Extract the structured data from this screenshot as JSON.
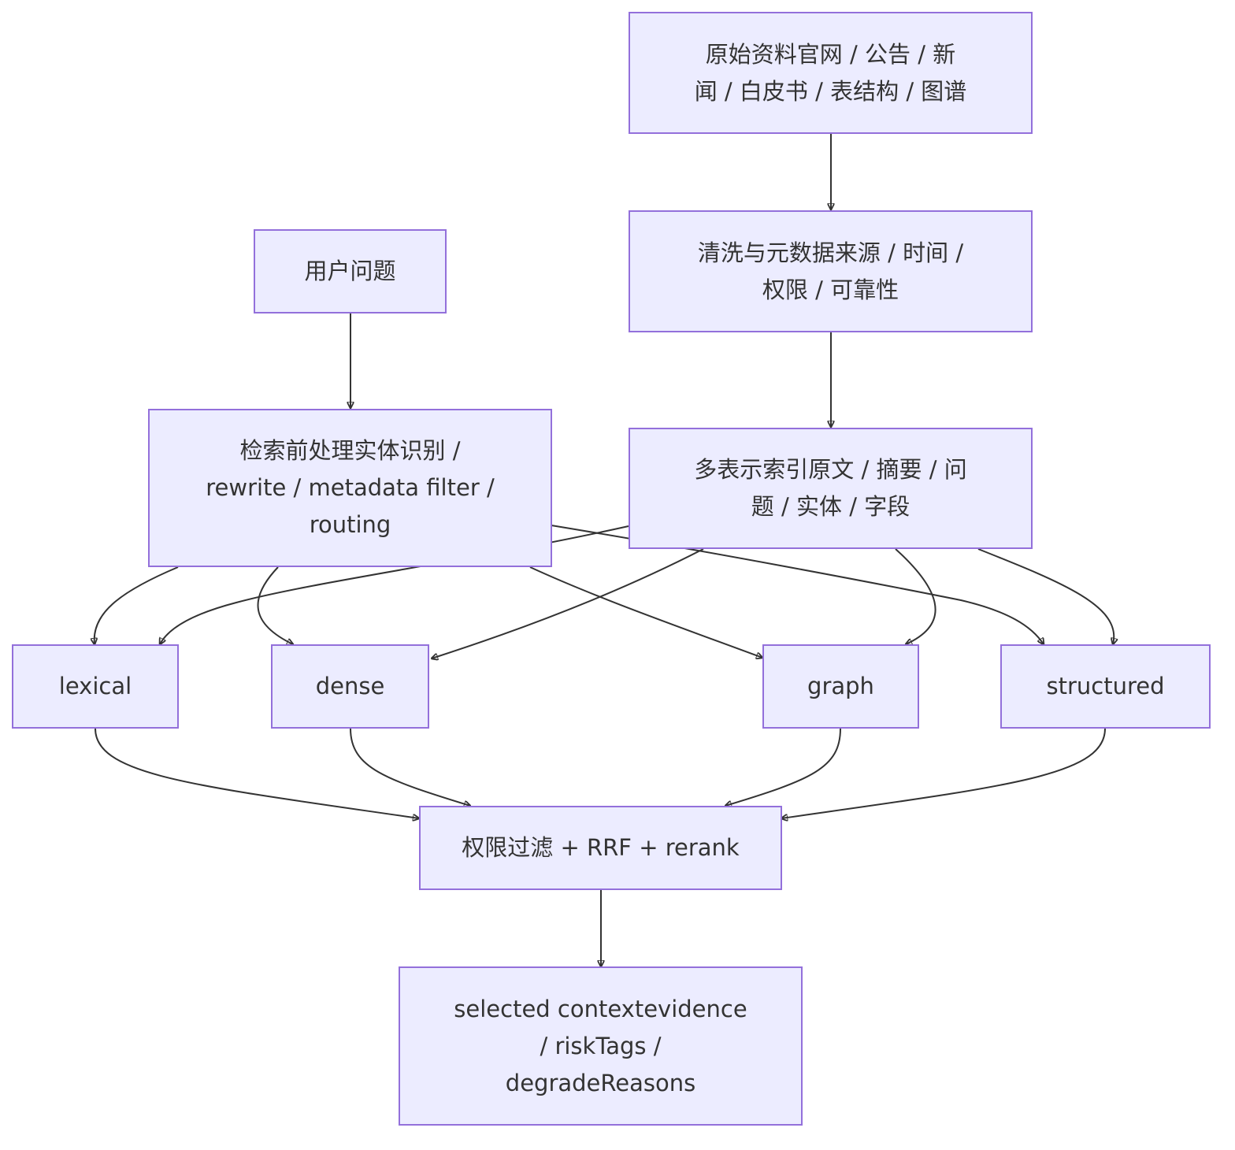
{
  "colors": {
    "node_fill": "#ECECFF",
    "node_border": "#9370DB",
    "edge": "#333333",
    "text": "#333333"
  },
  "nodes": {
    "source": {
      "lines": [
        "原始资料官网 / 公告 / 新",
        "闻 / 白皮书 / 表结构 / 图谱"
      ]
    },
    "clean": {
      "lines": [
        "清洗与元数据来源 / 时间 /",
        "权限 / 可靠性"
      ]
    },
    "question": {
      "lines": [
        "用户问题"
      ]
    },
    "preprocess": {
      "lines": [
        "检索前处理实体识别 /",
        "rewrite / metadata filter /",
        "routing"
      ]
    },
    "index": {
      "lines": [
        "多表示索引原文 / 摘要 / 问",
        "题 / 实体 / 字段"
      ]
    },
    "lexical": {
      "lines": [
        "lexical"
      ]
    },
    "dense": {
      "lines": [
        "dense"
      ]
    },
    "graph": {
      "lines": [
        "graph"
      ]
    },
    "structured": {
      "lines": [
        "structured"
      ]
    },
    "fusion": {
      "lines": [
        "权限过滤 + RRF + rerank"
      ]
    },
    "output": {
      "lines": [
        "selected contextevidence",
        "/ riskTags /",
        "degradeReasons"
      ]
    }
  },
  "edges": [
    {
      "from": "source",
      "to": "clean"
    },
    {
      "from": "clean",
      "to": "index"
    },
    {
      "from": "question",
      "to": "preprocess"
    },
    {
      "from": "preprocess",
      "to": "lexical"
    },
    {
      "from": "preprocess",
      "to": "dense"
    },
    {
      "from": "preprocess",
      "to": "graph"
    },
    {
      "from": "preprocess",
      "to": "structured"
    },
    {
      "from": "index",
      "to": "lexical"
    },
    {
      "from": "index",
      "to": "dense"
    },
    {
      "from": "index",
      "to": "graph"
    },
    {
      "from": "index",
      "to": "structured"
    },
    {
      "from": "lexical",
      "to": "fusion"
    },
    {
      "from": "dense",
      "to": "fusion"
    },
    {
      "from": "graph",
      "to": "fusion"
    },
    {
      "from": "structured",
      "to": "fusion"
    },
    {
      "from": "fusion",
      "to": "output"
    }
  ]
}
